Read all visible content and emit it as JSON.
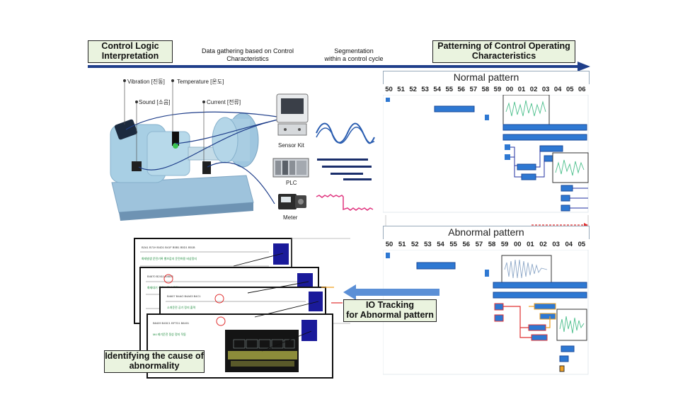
{
  "header": {
    "control_logic": "Control Logic\nInterpretation",
    "data_gathering": "Data gathering based on Control\nCharacteristics",
    "segmentation": "Segmentation\nwithin a control cycle",
    "patterning": "Patterning of Control Operating\nCharacteristics"
  },
  "sensors": {
    "vibration": "Vibration [진동]",
    "temperature": "Temperature [온도]",
    "sound": "Sound [소음]",
    "current": "Current [전류]"
  },
  "devices": {
    "sensor_kit": "Sensor Kit",
    "plc": "PLC",
    "meter": "Meter"
  },
  "normal": {
    "title": "Normal pattern",
    "ticks": [
      "50",
      "51",
      "52",
      "53",
      "54",
      "55",
      "56",
      "57",
      "58",
      "59",
      "00",
      "01",
      "02",
      "03",
      "04",
      "05",
      "06"
    ]
  },
  "abnormal": {
    "title": "Abnormal pattern",
    "ticks": [
      "50",
      "51",
      "52",
      "53",
      "54",
      "55",
      "56",
      "57",
      "58",
      "59",
      "00",
      "01",
      "02",
      "03",
      "04",
      "05"
    ]
  },
  "io_tracking": "IO Tracking\nfor Abnormal pattern",
  "identifying": "Identifying the cause of\nabnormality",
  "colors": {
    "arrow_blue": "#1f3e8a",
    "box_green": "#eaf3df",
    "bar_blue": "#2e78d2",
    "wave_blue": "#2a5db0",
    "plc_navy": "#1a2e6b",
    "meter_pink": "#e0357f",
    "signal_green": "#4cbf8c",
    "trace_red": "#e03030",
    "trace_orange": "#f0a020"
  }
}
